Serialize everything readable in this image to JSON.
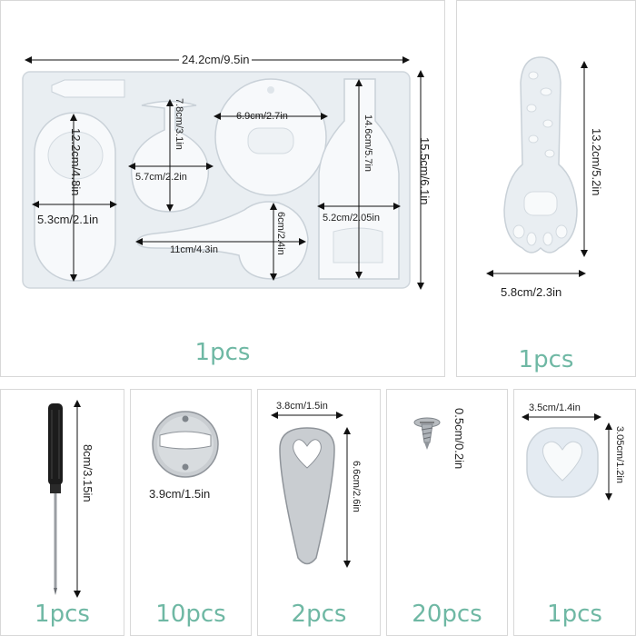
{
  "panels": {
    "main_mold": {
      "quantity": "1pcs",
      "dims": {
        "total_width": "24.2cm/9.5in",
        "total_height": "15.5cm/6.1in",
        "pill_height": "12.2cm/4.8in",
        "pill_width": "5.3cm/2.1in",
        "glass_height": "7.8cm/3.1in",
        "glass_width": "5.7cm/2.2in",
        "round_width": "6.9cm/2.7in",
        "bottle_height": "14.6cm/5.7in",
        "bottle_width": "5.2cm/2.05in",
        "opener_width": "11cm/4.3in",
        "opener_height": "6cm/2.4in"
      }
    },
    "paw_mold": {
      "quantity": "1pcs",
      "height": "13.2cm/5.2in",
      "width": "5.8cm/2.3in"
    },
    "screwdriver": {
      "quantity": "1pcs",
      "length": "8cm/3.15in"
    },
    "round_insert": {
      "quantity": "10pcs",
      "diameter": "3.9cm/1.5in"
    },
    "heart_opener": {
      "quantity": "2pcs",
      "width": "3.8cm/1.5in",
      "length": "6.6cm/2.6in"
    },
    "screw": {
      "quantity": "20pcs",
      "length": "0.5cm/0.2in"
    },
    "small_mold": {
      "quantity": "1pcs",
      "width": "3.5cm/1.4in",
      "height": "3.05cm/1.2in"
    }
  },
  "colors": {
    "accent": "#6fb8a4",
    "silicone": "#e8edf1",
    "metal": "#c7cbcf",
    "border": "#d8d8d8"
  },
  "icons": [
    "mold-tray-icon",
    "paw-mold-icon",
    "screwdriver-icon",
    "bottle-opener-insert-icon",
    "heart-opener-icon",
    "screw-icon",
    "small-mold-icon"
  ]
}
